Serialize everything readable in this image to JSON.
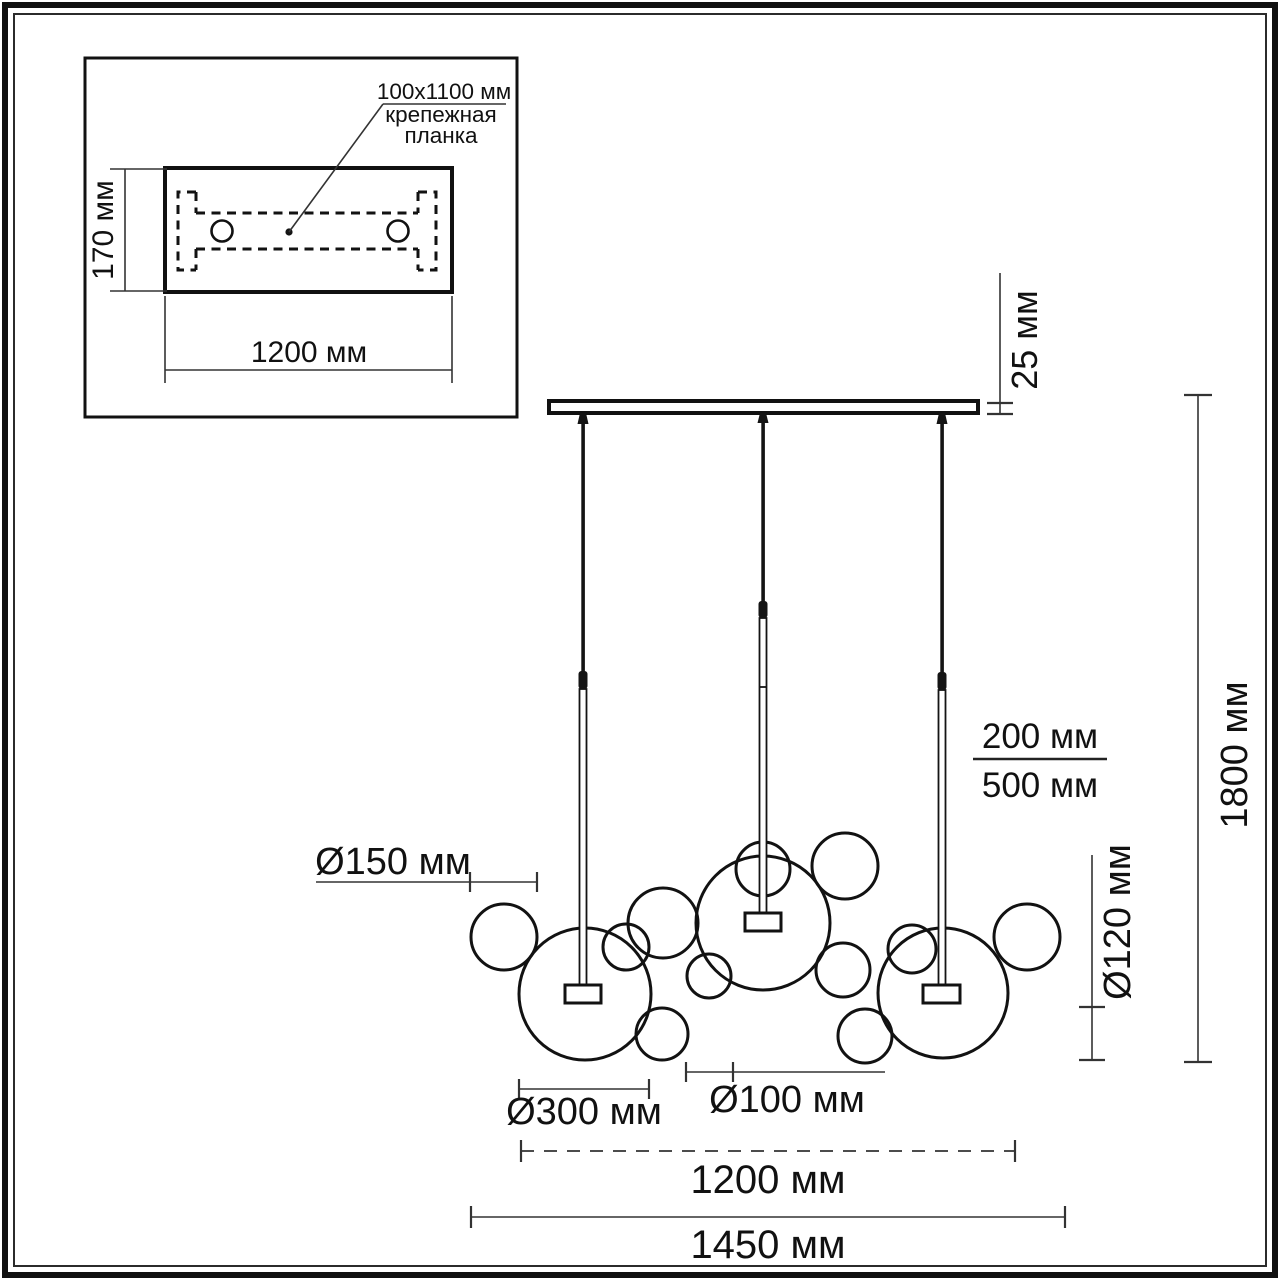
{
  "inset": {
    "bracket_size_label": "100x1100 мм",
    "bracket_name_line1": "крепежная",
    "bracket_name_line2": "планка",
    "plate_height": "170 мм",
    "plate_width": "1200 мм"
  },
  "main": {
    "canopy_thickness": "25 мм",
    "suspension_height": "1800 мм",
    "rod_length_top": "200 мм",
    "rod_length_bottom": "500 мм",
    "bubble_d150": "Ø150 мм",
    "bubble_d120": "Ø120 мм",
    "bubble_d300": "Ø300 мм",
    "bubble_d100": "Ø100 мм",
    "canopy_width": "1200 мм",
    "overall_width": "1450 мм"
  },
  "colors": {
    "line": "#121212",
    "dimension_line": "#333333",
    "background": "#ffffff"
  }
}
